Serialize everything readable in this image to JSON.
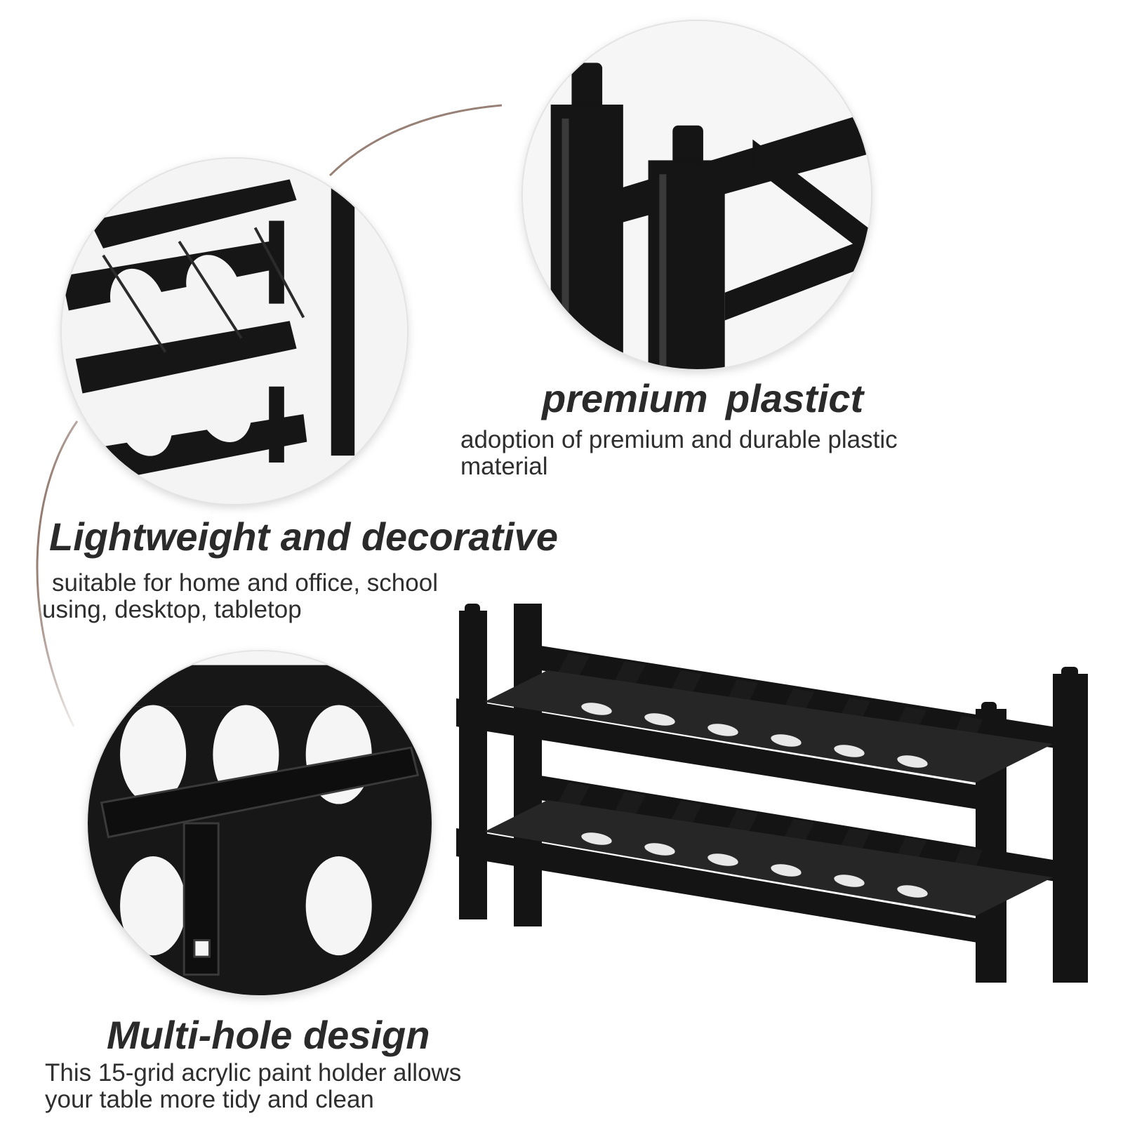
{
  "features": {
    "premium": {
      "title": "premium  plastict",
      "line1": "adoption of premium and durable plastic",
      "line2": "material"
    },
    "lightweight": {
      "title": "Lightweight and decorative",
      "line1": "suitable for home and office, school",
      "line2": "using, desktop, tabletop"
    },
    "multihole": {
      "title": "Multi-hole design",
      "line1": "This 15-grid acrylic paint holder allows",
      "line2": "your table more tidy and clean"
    }
  },
  "images": {
    "circle_top_left": "rack-shelves-closeup-icon",
    "circle_top_right": "connector-posts-closeup-icon",
    "circle_bottom": "holes-closeup-icon",
    "main": "two-tier-paint-rack-icon"
  },
  "colors": {
    "rack": "#141414",
    "background": "#ffffff",
    "text": "#2b2b2b",
    "arc": "#6b4a3a"
  }
}
